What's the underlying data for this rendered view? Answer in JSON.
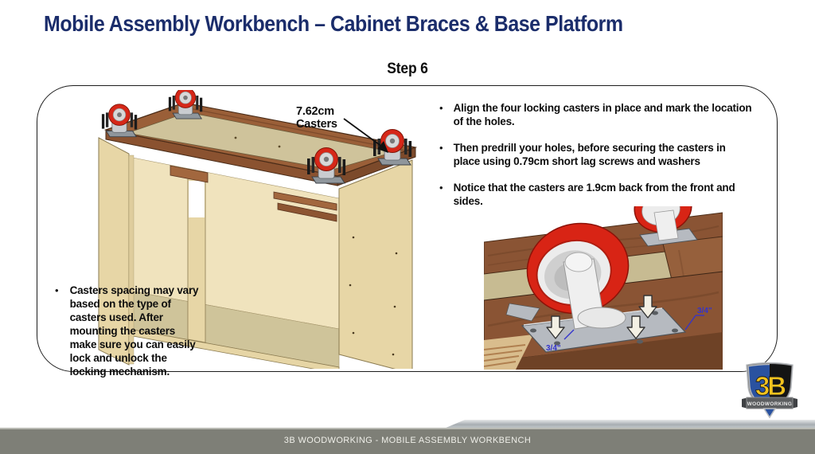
{
  "slide": {
    "title": "Mobile Assembly Workbench – Cabinet Braces & Base Platform",
    "step_heading": "Step 6",
    "caster_label_line1": "7.62cm",
    "caster_label_line2": "Casters",
    "bullets_right": [
      "Align the four locking casters in place and mark the location of the holes.",
      "Then predrill your holes, before securing the casters in place using 0.79cm short lag screws and washers",
      "Notice that the casters are 1.9cm back from the front and sides."
    ],
    "bullet_left": "Casters spacing may vary based on the type of casters used. After mounting the casters make sure you can easily lock and unlock the locking mechanism.",
    "closeup": {
      "dim_front": "3/4\"",
      "dim_side": "3/4\""
    },
    "logo": {
      "monogram": "3B",
      "banner": "WOODWORKING"
    },
    "footer_text": "3B WOODWORKING - MOBILE ASSEMBLY WORKBENCH",
    "colors": {
      "title_navy": "#1b2d6b",
      "caster_red": "#d62718",
      "wood_brown": "#9a5f38",
      "plywood": "#e7d6a6",
      "footer_gray": "#7e7f77",
      "logo_blue": "#2a52a0",
      "logo_yellow": "#f2c21e",
      "dimension_blue": "#3333cc"
    }
  }
}
